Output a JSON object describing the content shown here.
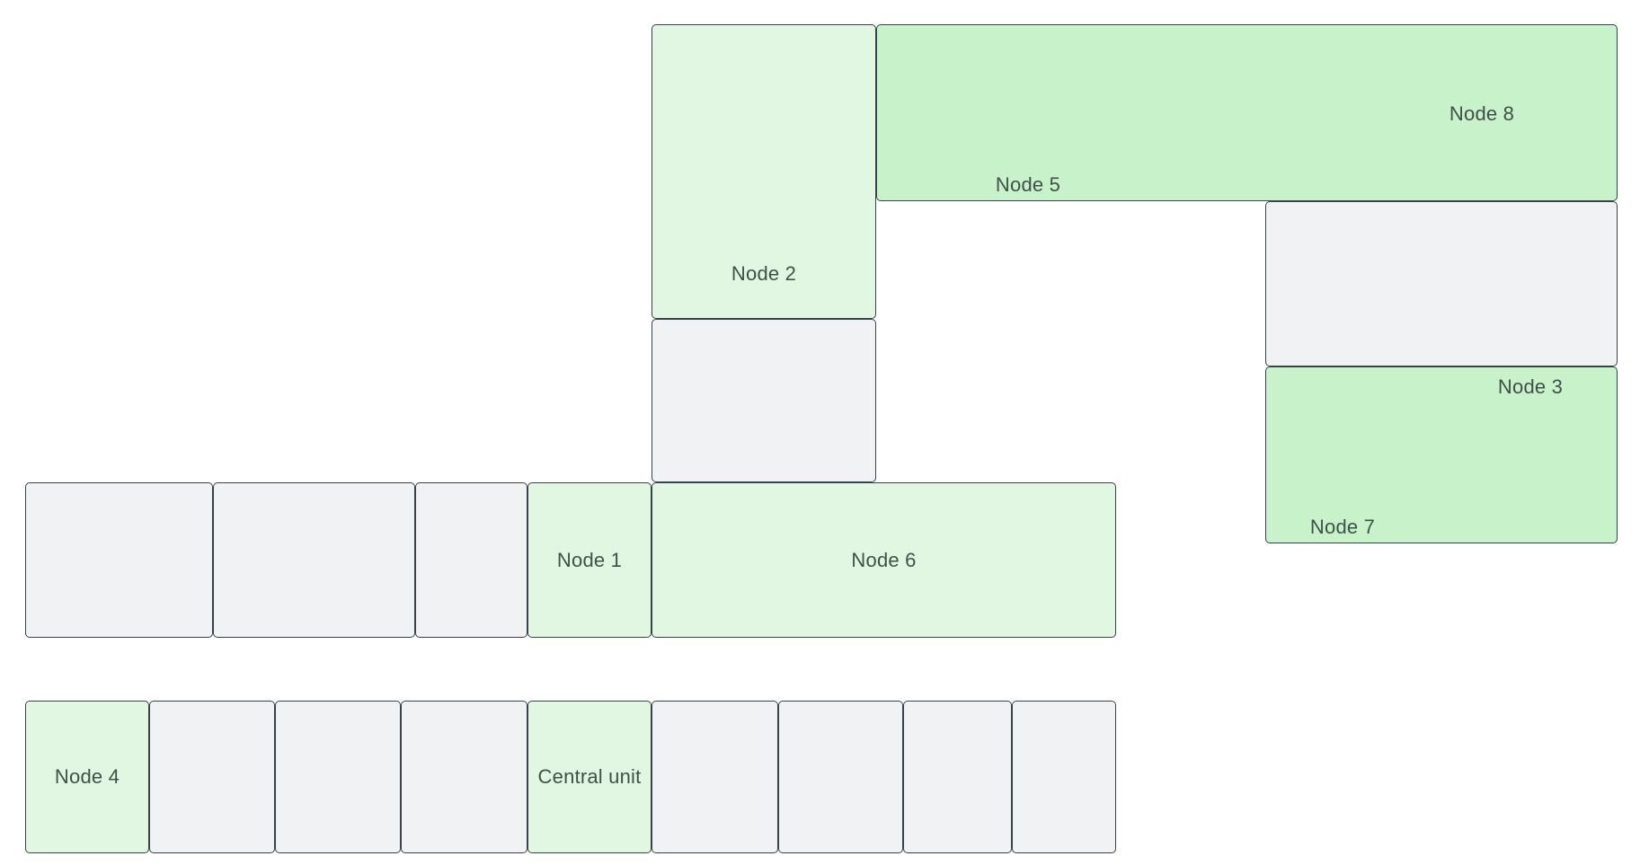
{
  "diagram": {
    "type": "block-diagram",
    "background_color": "#ffffff",
    "colors": {
      "pale_green_fill": "#e1f7e2",
      "medium_green_fill": "#c7f2ca",
      "gray_fill": "#f0f2f3",
      "border": "#38424a",
      "label_text": "#41504a"
    },
    "labels": {
      "node1": "Node 1",
      "node2": "Node 2",
      "node3": "Node 3",
      "node4": "Node 4",
      "node5": "Node 5",
      "node6": "Node 6",
      "node7": "Node 7",
      "node8": "Node 8",
      "central_unit": "Central unit"
    },
    "empty_cell_counts": {
      "middle_row_left_of_node1": 3,
      "below_node2": 1,
      "right_column": 1,
      "bottom_row": 7
    }
  }
}
